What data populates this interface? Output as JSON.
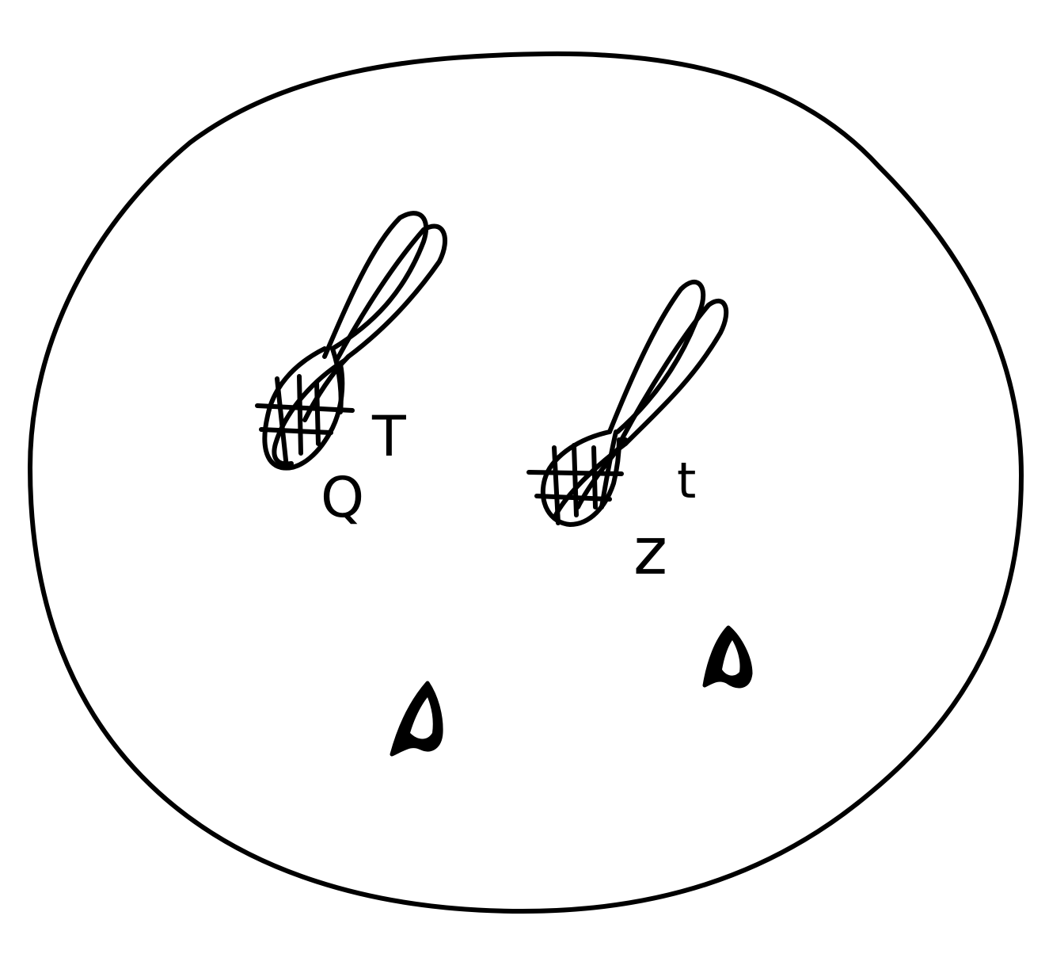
{
  "diagram": {
    "ink_color": "#000000",
    "background_color": "#ffffff",
    "chromosomes": [
      {
        "name": "left-chromosome",
        "band_pattern": "cross-hatched",
        "labels": [
          "T",
          "Q"
        ]
      },
      {
        "name": "right-chromosome",
        "band_pattern": "cross-hatched",
        "labels": [
          "t",
          "z"
        ]
      }
    ],
    "small_marks": [
      {
        "name": "left-teardrop-mark",
        "shape": "teardrop"
      },
      {
        "name": "right-teardrop-mark",
        "shape": "teardrop"
      }
    ]
  }
}
